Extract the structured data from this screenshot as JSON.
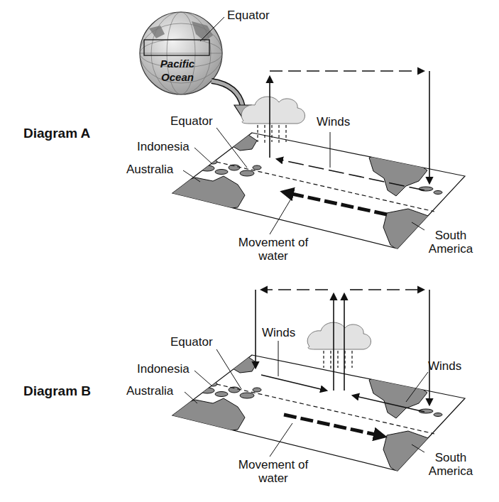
{
  "diagram": {
    "labels": [
      "Equator",
      "Pacific Ocean",
      "Diagram A",
      "Equator",
      "Indonesia",
      "Australia",
      "Winds",
      "Movement of water",
      "South America",
      "Diagram B",
      "Equator",
      "Winds",
      "Indonesia",
      "Australia",
      "Winds",
      "Movement of water",
      "South America"
    ]
  }
}
